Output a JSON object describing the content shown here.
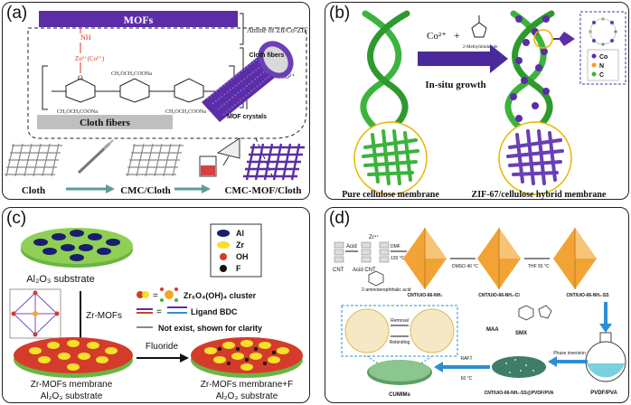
{
  "panels": {
    "a": {
      "label": "(a)",
      "mofs": "MOFs",
      "amine": "Amine of Zn/Co-ZIF",
      "cmc_ions": "CMC/Zn²⁺ Co²⁺",
      "cloth_fibers_bar": "Cloth fibers",
      "cloth_fibers_tube": "Cloth fibers",
      "mof_crystals": "MOF crystals",
      "nh": "NH",
      "zn": "Zn²⁺(Co²⁺)",
      "o": "O",
      "ch2coona_1": "CH₂OCH₂COONa",
      "ch2coona_2": "CH₂OCH₂COONa",
      "ch2coona_3": "CH₂OCH₂COONa",
      "n_sub": "n",
      "steps": [
        "Cloth",
        "CMC/Cloth",
        "CMC-MOF/Cloth"
      ]
    },
    "b": {
      "label": "(b)",
      "co": "Co²⁺",
      "plus": "+",
      "reagent": "2-Methylimidazole",
      "growth": "In-situ growth",
      "legend": [
        "Co",
        "N",
        "C"
      ],
      "left_caption": "Pure cellulose membrane",
      "right_caption": "ZIF-67/cellulose hybrid membrane"
    },
    "c": {
      "label": "(c)",
      "legend": [
        "Al",
        "Zr",
        "OH",
        "F"
      ],
      "substrate": "Al₂O₃ substrate",
      "zr_mofs": "Zr-MOFs",
      "cluster": "Zr₆O₄(OH)₄ cluster",
      "ligand": "Ligand BDC",
      "not_exist": "Not exist, shown for clarity",
      "fluoride": "Fluoride",
      "membrane_left": [
        "Zr-MOFs membrane",
        "Al₂O₃ substrate"
      ],
      "membrane_right": [
        "Zr-MOFs membrane+F",
        "Al₂O₃ substrate"
      ]
    },
    "d": {
      "label": "(d)",
      "cnt": "CNT",
      "acid": "Acid",
      "acid_cnt": "Acid CNT",
      "zr": "Zr⁴⁺",
      "dmf": "DMF",
      "t120": "120 °C",
      "amino_acid": "2-aminoterephthalic acid",
      "cnt_uio_nh2": "CNT/UiO-66-NH₂",
      "dmso": "DMSO 40 °C",
      "cnt_uio_cl": "CNT/UiO-66-NH₂-Cl",
      "thf": "THF 55 °C",
      "cnt_uio_ss": "CNT/UiO-66-NH₂-SS",
      "removal": "Removal",
      "rebinding": "Rebinding",
      "maa": "MAA",
      "smx": "SMX",
      "raft": "RAFT",
      "t60": "60 °C",
      "phase": "Phase inversion",
      "cumims": "CUMIMs",
      "composite": "CNT/UiO-66-NH₂-SS@PVDF/PVA",
      "pvdf": "PVDF/PVA"
    }
  },
  "colors": {
    "purple": "#5b2da6",
    "green": "#3cb33c",
    "yellow": "#f5e02a",
    "navy": "#1a1d6e",
    "red": "#d43b2a",
    "orange": "#f2a335",
    "blue_arrow": "#2c8fd4",
    "teal": "#4b8f8c"
  }
}
